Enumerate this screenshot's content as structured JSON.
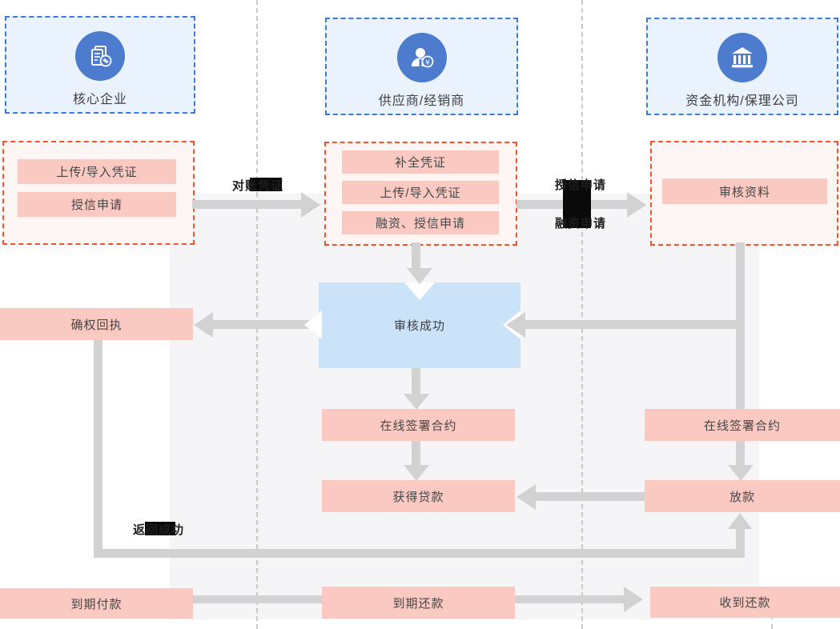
{
  "lanes": {
    "core": {
      "label": "核心企业"
    },
    "supplier": {
      "label": "供应商/经销商"
    },
    "funder": {
      "label": "资金机构/保理公司"
    }
  },
  "icons": {
    "core": "enterprise-documents-transfer-icon",
    "supplier": "person-coin-icon",
    "funder": "bank-columns-icon"
  },
  "steps": {
    "core_upload": "上传/导入凭证",
    "core_credit": "授信申请",
    "sup_complete": "补全凭证",
    "sup_upload": "上传/导入凭证",
    "sup_finance": "融资、授信申请",
    "fund_review": "审核资料",
    "audit_success": "审核成功",
    "confirm_receipt": "确权回执",
    "sign_mid": "在线签署合约",
    "sign_right": "在线签署合约",
    "get_loan": "获得贷款",
    "disburse": "放款",
    "pay_due": "到期付款",
    "repay_due": "到期还款",
    "receive_repay": "收到还款"
  },
  "edge_labels": {
    "reconcile_voucher": "对账凭证",
    "credit_apply": "授信申请",
    "finance_apply": "融资申请",
    "return_success": "返回成功"
  },
  "colors": {
    "lane_border_blue": "#3b78e0",
    "lane_fill_blue": "#e9f2fd",
    "icon_circle_blue": "#4d7bce",
    "group_border_red": "#f4502a",
    "group_fill_pink": "#fef6f5",
    "step_fill_salmon": "#fac9c2",
    "highlight_fill_blue": "#cbe3f9",
    "arrow_gray": "#d2d2d2",
    "panel_gray": "#f5f5f7",
    "divider_gray": "#c9c9c9"
  }
}
